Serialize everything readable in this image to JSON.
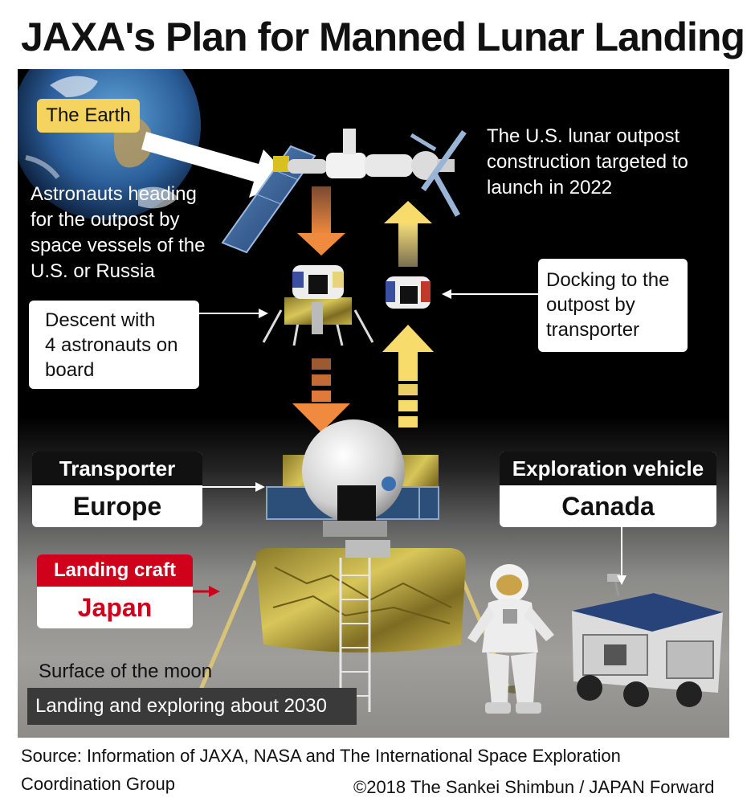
{
  "title": "JAXA's Plan for Manned Lunar Landing",
  "labels": {
    "earth": "The Earth",
    "astronauts_heading": [
      "Astronauts heading",
      "for the outpost by",
      "space  vessels of the",
      "U.S. or Russia"
    ],
    "outpost": [
      "The U.S. lunar outpost",
      "construction  targeted to",
      "launch in 2022"
    ],
    "descent": [
      "Descent with",
      "4 astronauts on",
      "board"
    ],
    "docking": [
      "Docking to the",
      "outpost by",
      "transporter"
    ],
    "surface": "Surface of the moon",
    "landing_exploring": "Landing and exploring about 2030"
  },
  "cards": {
    "transporter": {
      "head": "Transporter",
      "value": "Europe"
    },
    "exploration": {
      "head": "Exploration vehicle",
      "value": "Canada"
    },
    "landing": {
      "head": "Landing craft",
      "value": "Japan"
    }
  },
  "footer": {
    "source_line1": "Source: Information of JAXA, NASA and The International Space Exploration",
    "source_line2": "Coordination Group",
    "copyright": "©2018 The Sankei Shimbun / JAPAN Forward"
  },
  "colors": {
    "earth_tag": "#f4d35e",
    "card_head_dark": "#111111",
    "card_head_red": "#d0021b",
    "japan_red": "#d0021b",
    "arrow_orange": "#e8803d",
    "arrow_yellow": "#f7dc6b"
  }
}
